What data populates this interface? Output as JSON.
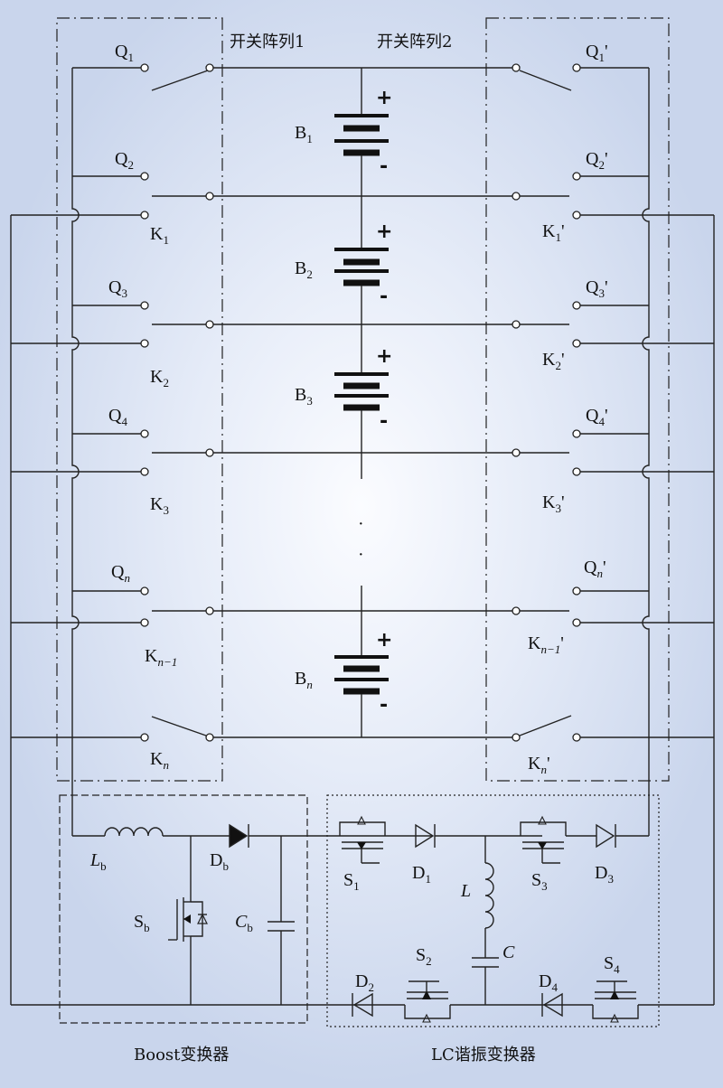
{
  "titles": {
    "switch_array_1": "开关阵列1",
    "switch_array_2": "开关阵列2",
    "boost": "Boost变换器",
    "lc": "LC谐振变换器"
  },
  "batteries": [
    {
      "base": "B",
      "sub": "1"
    },
    {
      "base": "B",
      "sub": "2"
    },
    {
      "base": "B",
      "sub": "3"
    },
    {
      "base": "B",
      "sub": "n"
    }
  ],
  "left_switches": [
    {
      "base": "Q",
      "sub": "1"
    },
    {
      "base": "Q",
      "sub": "2"
    },
    {
      "base": "K",
      "sub": "1"
    },
    {
      "base": "Q",
      "sub": "3"
    },
    {
      "base": "K",
      "sub": "2"
    },
    {
      "base": "Q",
      "sub": "4"
    },
    {
      "base": "K",
      "sub": "3"
    },
    {
      "base": "Q",
      "sub": "n"
    },
    {
      "base": "K",
      "sub": "n−1"
    },
    {
      "base": "K",
      "sub": "n"
    }
  ],
  "right_switches": [
    {
      "base": "Q",
      "sub": "1",
      "prime": "'"
    },
    {
      "base": "Q",
      "sub": "2",
      "prime": "'"
    },
    {
      "base": "K",
      "sub": "1",
      "prime": "'"
    },
    {
      "base": "Q",
      "sub": "3",
      "prime": "'"
    },
    {
      "base": "K",
      "sub": "2",
      "prime": "'"
    },
    {
      "base": "Q",
      "sub": "4",
      "prime": "'"
    },
    {
      "base": "K",
      "sub": "3",
      "prime": "'"
    },
    {
      "base": "Q",
      "sub": "n",
      "prime": "'"
    },
    {
      "base": "K",
      "sub": "n−1",
      "prime": "'"
    },
    {
      "base": "K",
      "sub": "n",
      "prime": "'"
    }
  ],
  "components": {
    "Lb": {
      "base": "L",
      "sub": "b"
    },
    "Db": {
      "base": "D",
      "sub": "b"
    },
    "Sb": {
      "base": "S",
      "sub": "b"
    },
    "Cb": {
      "base": "C",
      "sub": "b"
    },
    "S1": {
      "base": "S",
      "sub": "1"
    },
    "D1": {
      "base": "D",
      "sub": "1"
    },
    "S3": {
      "base": "S",
      "sub": "3"
    },
    "D3": {
      "base": "D",
      "sub": "3"
    },
    "L": "L",
    "C": "C",
    "S2": {
      "base": "S",
      "sub": "2"
    },
    "D2": {
      "base": "D",
      "sub": "2"
    },
    "D4": {
      "base": "D",
      "sub": "4"
    },
    "S4": {
      "base": "S",
      "sub": "4"
    }
  },
  "signs": {
    "plus": "+",
    "minus": "-"
  },
  "ellipsis": "·"
}
